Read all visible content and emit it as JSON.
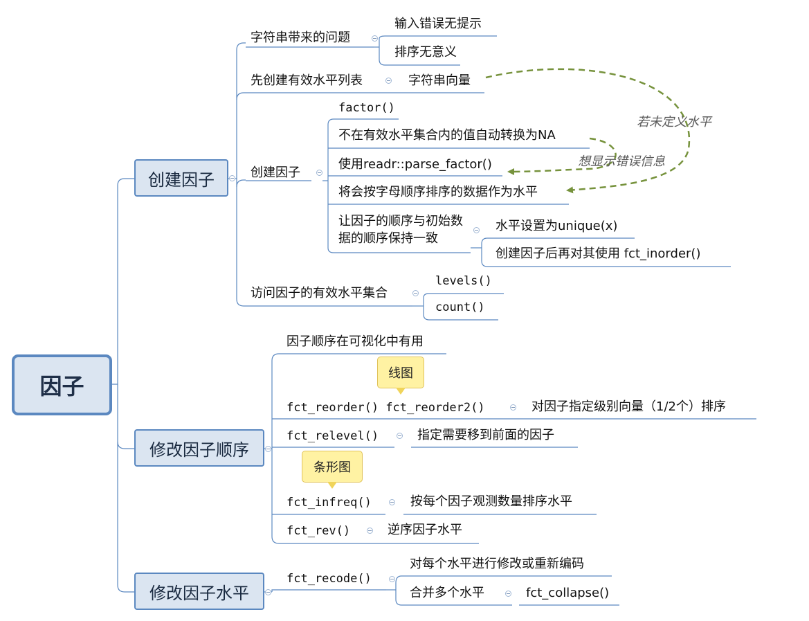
{
  "root": "因子",
  "branches": {
    "create": {
      "label": "创建因子",
      "string_problems": "字符串带来的问题",
      "no_error_hint": "输入错误无提示",
      "sort_meaningless": "排序无意义",
      "create_levels": "先创建有效水平列表",
      "string_vector": "字符串向量",
      "create_factor": "创建因子",
      "factor_fn": "factor()",
      "auto_na": "不在有效水平集合内的值自动转换为NA",
      "parse_factor": "使用readr::parse_factor()",
      "alpha_levels": "将会按字母顺序排序的数据作为水平",
      "keep_order": "让因子的顺序与初始数据的顺序保持一致",
      "unique_levels": "水平设置为unique(x)",
      "fct_inorder": "创建因子后再对其使用 fct_inorder()",
      "access_levels": "访问因子的有效水平集合",
      "levels_fn": "levels()",
      "count_fn": "count()"
    },
    "order": {
      "label": "修改因子顺序",
      "viz_useful": "因子顺序在可视化中有用",
      "reorder": "fct_reorder() fct_reorder2()",
      "reorder_desc": "对因子指定级别向量（1/2个）排序",
      "relevel": "fct_relevel()",
      "relevel_desc": "指定需要移到前面的因子",
      "infreq": "fct_infreq()",
      "infreq_desc": "按每个因子观测数量排序水平",
      "rev": "fct_rev()",
      "rev_desc": "逆序因子水平"
    },
    "levels": {
      "label": "修改因子水平",
      "recode": "fct_recode()",
      "modify_each": "对每个水平进行修改或重新编码",
      "merge_levels": "合并多个水平",
      "collapse": "fct_collapse()"
    }
  },
  "callouts": {
    "line_chart": "线图",
    "bar_chart": "条形图"
  },
  "relationships": {
    "undefined_levels": "若未定义水平",
    "show_errors": "想显示错误信息"
  },
  "colors": {
    "connector": "#5b88c0",
    "box_fill": "#dbe5f1",
    "relationship": "#76923c",
    "callout": "#fff2a3"
  }
}
